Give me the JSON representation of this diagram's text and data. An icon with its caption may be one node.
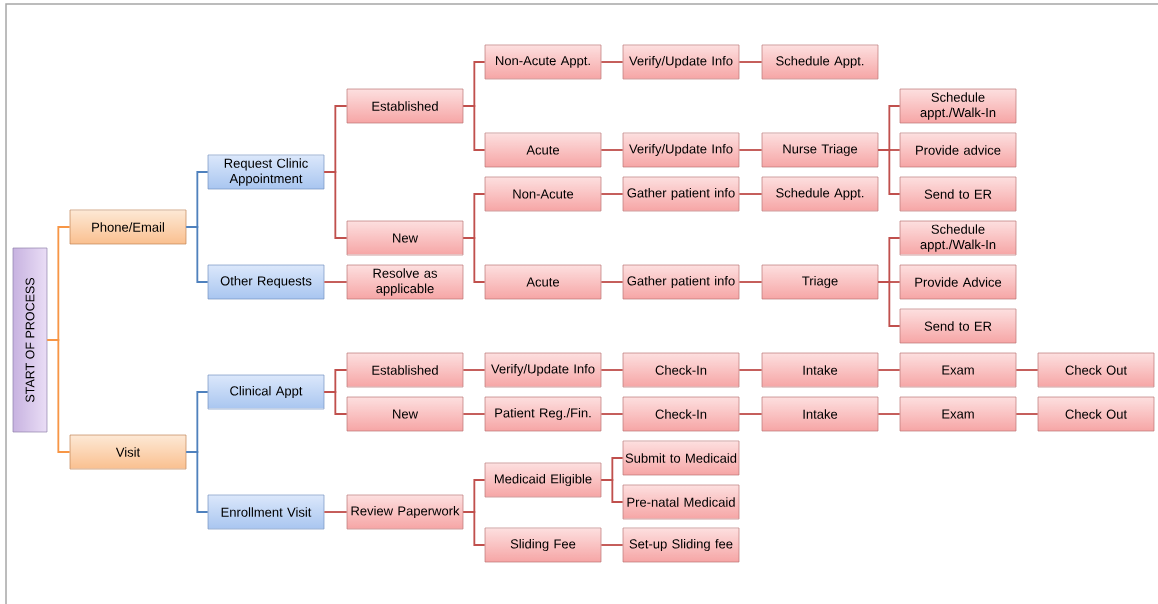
{
  "diagram": {
    "nodes": [
      {
        "text": [
          "START OF PROCESS"
        ]
      },
      {
        "text": [
          "Phone/Email"
        ]
      },
      {
        "text": [
          "Request Clinic Appointment"
        ]
      },
      {
        "text": [
          "Established"
        ]
      },
      {
        "text": [
          "Non-Acute Appt."
        ]
      },
      {
        "text": [
          "Verify/Update Info"
        ]
      },
      {
        "text": [
          "Schedule Appt."
        ]
      },
      {
        "text": [
          "Acute"
        ]
      },
      {
        "text": [
          "Verify/Update Info"
        ]
      },
      {
        "text": [
          "Nurse Triage"
        ]
      },
      {
        "text": [
          "Schedule appt./Walk-In"
        ]
      },
      {
        "text": [
          "Provide advice"
        ]
      },
      {
        "text": [
          "Send to ER"
        ]
      },
      {
        "text": [
          "New"
        ]
      },
      {
        "text": [
          "Non-Acute"
        ]
      },
      {
        "text": [
          "Gather patient info"
        ]
      },
      {
        "text": [
          "Schedule Appt."
        ]
      },
      {
        "text": [
          "Acute"
        ]
      },
      {
        "text": [
          "Gather patient info"
        ]
      },
      {
        "text": [
          "Triage"
        ]
      },
      {
        "text": [
          "Schedule appt./Walk-In"
        ]
      },
      {
        "text": [
          "Provide Advice"
        ]
      },
      {
        "text": [
          "Send to ER"
        ]
      },
      {
        "text": [
          "Other Requests"
        ]
      },
      {
        "text": [
          "Resolve as applicable"
        ]
      },
      {
        "text": [
          "Visit"
        ]
      },
      {
        "text": [
          "Clinical Appt"
        ]
      },
      {
        "text": [
          "Established"
        ]
      },
      {
        "text": [
          "Verify/Update Info"
        ]
      },
      {
        "text": [
          "Check-In"
        ]
      },
      {
        "text": [
          "Intake"
        ]
      },
      {
        "text": [
          "Exam"
        ]
      },
      {
        "text": [
          "Check Out"
        ]
      },
      {
        "text": [
          "New"
        ]
      },
      {
        "text": [
          "Patient Reg./Fin."
        ]
      },
      {
        "text": [
          "Check-In"
        ]
      },
      {
        "text": [
          "Intake"
        ]
      },
      {
        "text": [
          "Exam"
        ]
      },
      {
        "text": [
          "Check Out"
        ]
      },
      {
        "text": [
          "Enrollment Visit"
        ]
      },
      {
        "text": [
          "Review Paperwork"
        ]
      },
      {
        "text": [
          "Medicaid Eligible"
        ]
      },
      {
        "text": [
          "Submit to Medicaid"
        ]
      },
      {
        "text": [
          "Pre-natal Medicaid"
        ]
      },
      {
        "text": [
          "Sliding Fee"
        ]
      },
      {
        "text": [
          "Set-up Sliding fee"
        ]
      }
    ],
    "edges": [
      {
        "from": 0,
        "to": 1,
        "arrow": "none",
        "color": "#f79646"
      },
      {
        "from": 1,
        "to": 2,
        "arrow": "none",
        "color": "#4f81bd"
      },
      {
        "from": 2,
        "to": 3,
        "arrow": "none"
      },
      {
        "from": 3,
        "to": 4,
        "arrow": "none"
      },
      {
        "from": 4,
        "to": 5,
        "arrow": "none"
      },
      {
        "from": 5,
        "to": 6,
        "arrow": "none"
      },
      {
        "from": 3,
        "to": 7,
        "arrow": "none"
      },
      {
        "from": 7,
        "to": 8,
        "arrow": "none"
      },
      {
        "from": 8,
        "to": 9,
        "arrow": "none"
      },
      {
        "from": 9,
        "to": 10,
        "arrow": "none"
      },
      {
        "from": 9,
        "to": 11,
        "arrow": "none"
      },
      {
        "from": 9,
        "to": 12,
        "arrow": "none"
      },
      {
        "from": 2,
        "to": 13,
        "arrow": "none"
      },
      {
        "from": 13,
        "to": 14,
        "arrow": "none"
      },
      {
        "from": 14,
        "to": 15,
        "arrow": "none"
      },
      {
        "from": 15,
        "to": 16,
        "arrow": "none"
      },
      {
        "from": 13,
        "to": 17,
        "arrow": "none"
      },
      {
        "from": 17,
        "to": 18,
        "arrow": "none"
      },
      {
        "from": 18,
        "to": 19,
        "arrow": "none"
      },
      {
        "from": 19,
        "to": 20,
        "arrow": "none"
      },
      {
        "from": 19,
        "to": 21,
        "arrow": "none"
      },
      {
        "from": 19,
        "to": 22,
        "arrow": "none"
      },
      {
        "from": 1,
        "to": 23,
        "arrow": "none",
        "color": "#4f81bd"
      },
      {
        "from": 23,
        "to": 24,
        "arrow": "none"
      },
      {
        "from": 0,
        "to": 25,
        "arrow": "none",
        "color": "#f79646"
      },
      {
        "from": 25,
        "to": 26,
        "arrow": "none",
        "color": "#4f81bd"
      },
      {
        "from": 26,
        "to": 27,
        "arrow": "none"
      },
      {
        "from": 27,
        "to": 28,
        "arrow": "none"
      },
      {
        "from": 28,
        "to": 29,
        "arrow": "none"
      },
      {
        "from": 29,
        "to": 30,
        "arrow": "none"
      },
      {
        "from": 30,
        "to": 31,
        "arrow": "none"
      },
      {
        "from": 31,
        "to": 32,
        "arrow": "none"
      },
      {
        "from": 26,
        "to": 33,
        "arrow": "none"
      },
      {
        "from": 33,
        "to": 34,
        "arrow": "none"
      },
      {
        "from": 34,
        "to": 35,
        "arrow": "none"
      },
      {
        "from": 35,
        "to": 36,
        "arrow": "none"
      },
      {
        "from": 36,
        "to": 37,
        "arrow": "none"
      },
      {
        "from": 37,
        "to": 38,
        "arrow": "none"
      },
      {
        "from": 25,
        "to": 39,
        "arrow": "none",
        "color": "#4f81bd"
      },
      {
        "from": 39,
        "to": 40,
        "arrow": "none"
      },
      {
        "from": 40,
        "to": 41,
        "arrow": "none"
      },
      {
        "from": 41,
        "to": 42,
        "arrow": "none"
      },
      {
        "from": 41,
        "to": 43,
        "arrow": "none"
      },
      {
        "from": 40,
        "to": 44,
        "arrow": "none"
      },
      {
        "from": 44,
        "to": 45,
        "arrow": "none"
      }
    ]
  }
}
